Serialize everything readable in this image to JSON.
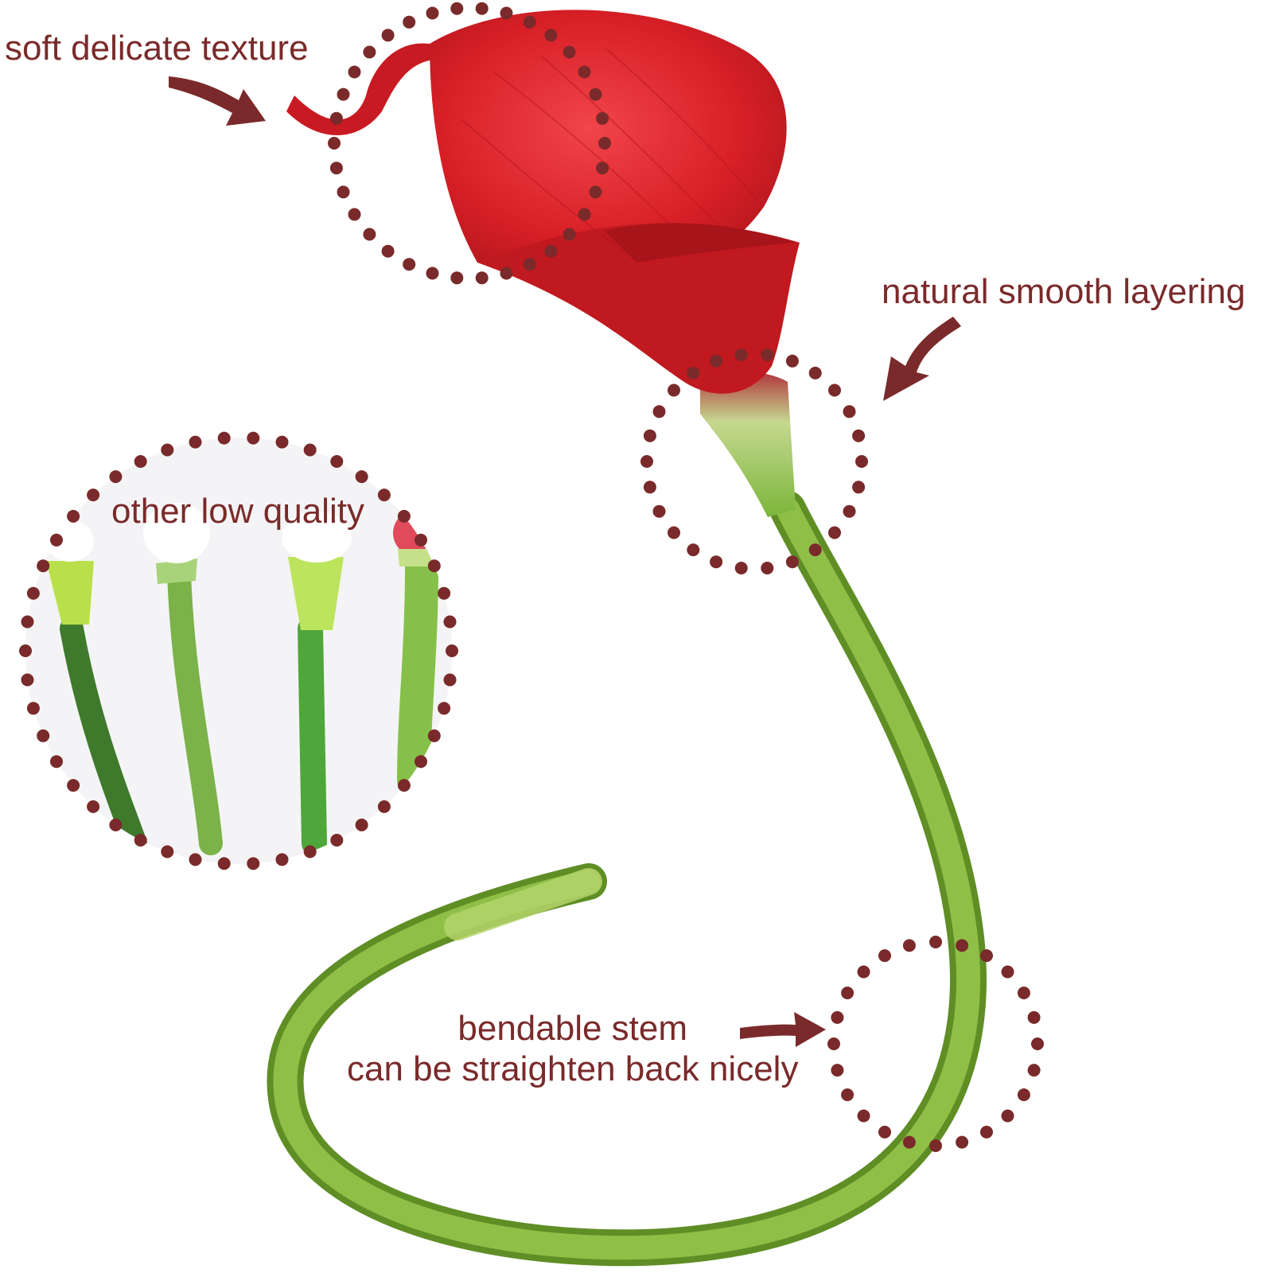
{
  "annotations": {
    "soft_texture": "soft delicate texture",
    "natural_layering": "natural smooth layering",
    "low_quality": "other low quality",
    "bendable_line1": "bendable stem",
    "bendable_line2": "can be straighten back nicely"
  },
  "colors": {
    "annotation": "#7a2a2a",
    "petal": "#d81f26",
    "petal_dark": "#a8161c",
    "stem": "#7fae3c",
    "stem_light": "#a8cc5a",
    "background": "#ffffff"
  },
  "icons": {
    "arrow": "curved-arrow-icon",
    "dotted_circle": "dotted-circle-highlight"
  }
}
